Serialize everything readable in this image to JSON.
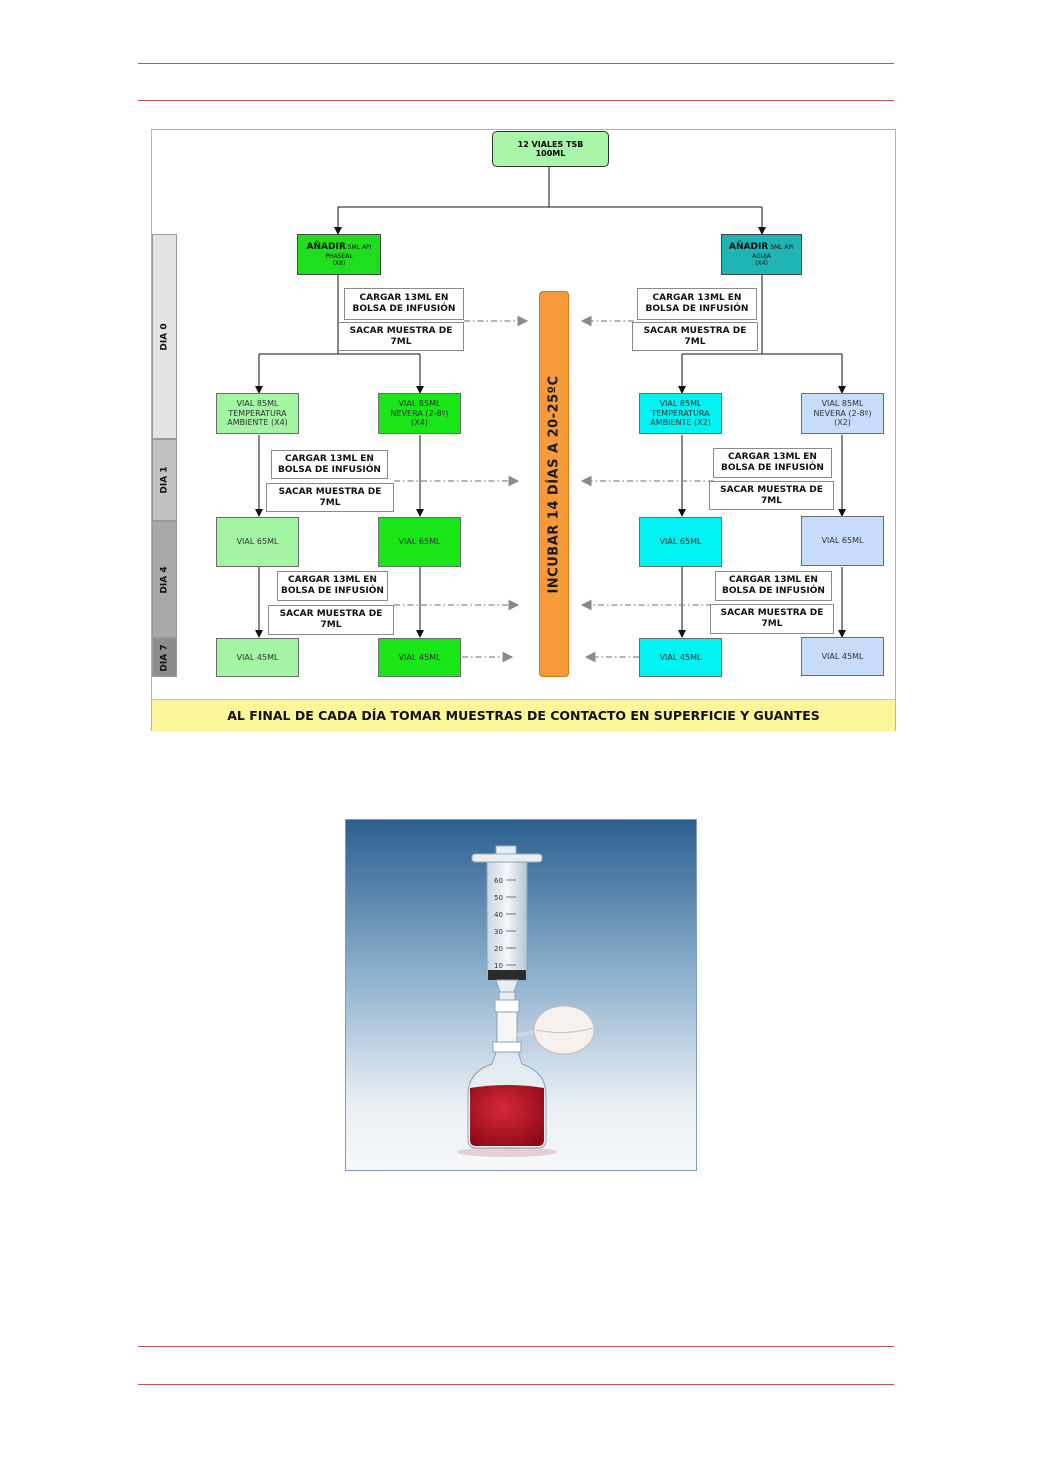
{
  "flow": {
    "top": "12 VIALES TSB\n100ML",
    "add_left": {
      "title": "AÑADIR",
      "detail1": "5ML API",
      "detail2": "PHASEAL",
      "detail3": "(X8)"
    },
    "add_right": {
      "title": "AÑADIR",
      "detail1": "5ML API",
      "detail2": "AGUJA",
      "detail3": "(X4)"
    },
    "cargar": "CARGAR 13ML EN\nBOLSA DE INFUSIÓN",
    "sacar": "SACAR MUESTRA DE\n7ML",
    "vial85_left1": "VIAL 85ML\nTEMPERATURA\nAMBIENTE (X4)",
    "vial85_left2": "VIAL 85ML\nNEVERA (2-8º)\n(X4)",
    "vial85_right1": "VIAL 85ML\nTEMPERATURA\nAMBIENTE (X2)",
    "vial85_right2": "VIAL 85ML\nNEVERA (2-8º)\n(X2)",
    "vial65": "VIAL 65ML",
    "vial45": "VIAL 45ML",
    "incubar": "INCUBAR 14 DÍAS A 20-25ºC",
    "days": [
      "DIA 0",
      "DIA 1",
      "DIA 4",
      "DIA 7"
    ],
    "footer": "AL FINAL DE CADA DÍA TOMAR MUESTRAS DE CONTACTO EN SUPERFICIE Y GUANTES"
  },
  "syringe_scale": [
    "10",
    "20",
    "30",
    "40",
    "50",
    "60"
  ],
  "colors": {
    "rule_red": "#c0504d",
    "top_box": "#a9f5a9",
    "add_left": "#1ede1e",
    "add_right": "#1fb5b5",
    "light_green": "#a3f5a3",
    "bright_green": "#19e619",
    "cyan": "#00f2f2",
    "light_blue": "#c6dcf8",
    "orange": "#f79a3c",
    "footer": "#fdf59a",
    "liquid": "#b8101e"
  }
}
